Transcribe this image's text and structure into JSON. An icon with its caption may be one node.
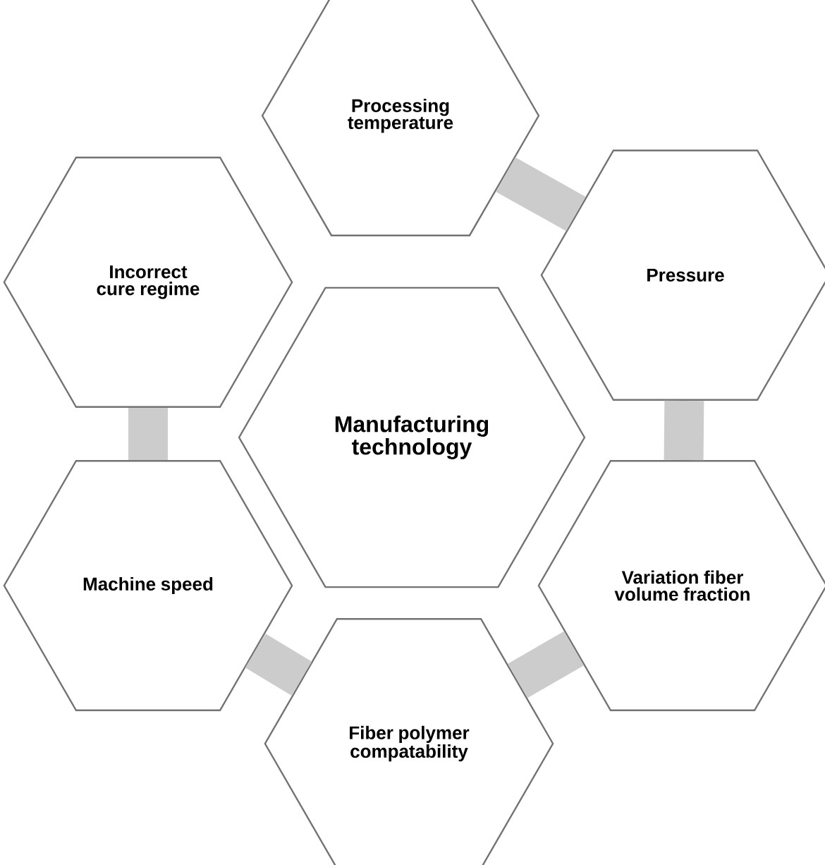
{
  "diagram": {
    "nodes": [
      {
        "text": [
          "Processing temperature"
        ]
      },
      {
        "text": [
          "Incorrect cure regime"
        ]
      },
      {
        "text": [
          "Manufacturing technology"
        ]
      },
      {
        "text": [
          "Pressure"
        ]
      },
      {
        "text": [
          "Machine speed"
        ]
      },
      {
        "text": [
          "Variation fiber volume fraction"
        ]
      },
      {
        "text": [
          "Fiber polymer compatability"
        ]
      }
    ],
    "edges": [
      {
        "from": 0,
        "to": 3,
        "arrow": "none"
      },
      {
        "from": 3,
        "to": 5,
        "arrow": "none"
      },
      {
        "from": 5,
        "to": 6,
        "arrow": "none"
      },
      {
        "from": 6,
        "to": 4,
        "arrow": "none"
      },
      {
        "from": 4,
        "to": 1,
        "arrow": "none"
      }
    ]
  }
}
